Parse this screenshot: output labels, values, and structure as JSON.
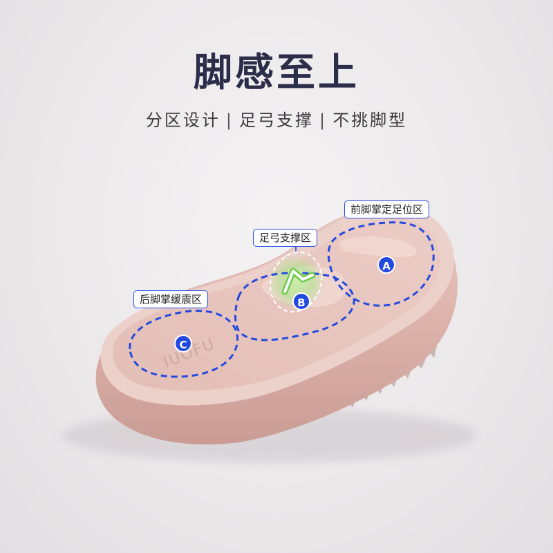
{
  "heading": {
    "title": "脚感至上",
    "features": [
      "分区设计",
      "足弓支撑",
      "不挑脚型"
    ],
    "separator": "|"
  },
  "zones": {
    "forefoot": {
      "label": "前脚掌定足位区",
      "badge": "A"
    },
    "arch": {
      "label": "足弓支撑区",
      "badge": "B"
    },
    "heel": {
      "label": "后脚掌缓震区",
      "badge": "C"
    }
  },
  "brand_mark": "IUOFU",
  "colors": {
    "title": "#2b2d49",
    "accent_blue": "#2249e0",
    "arch_glow": "#7ed957",
    "sole_pink": "#e7c4bd"
  }
}
